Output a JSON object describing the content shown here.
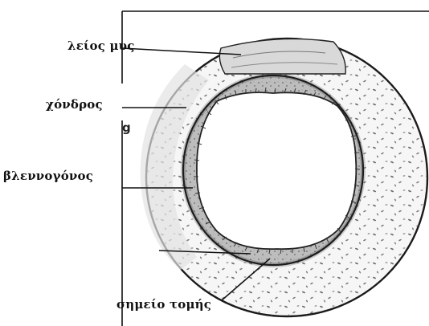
{
  "labels": {
    "smooth_muscle": "λείος μυς",
    "cartilage": "χόνδρος",
    "mucosa": "βλεννογόνος",
    "cut_point": "σημείο τομής"
  },
  "marker": "g",
  "colors": {
    "ink": "#1a1a1a",
    "cartilage_fill": "#f4f4f4",
    "mucosa_fill": "#cfcfcf",
    "lumen": "#ffffff"
  }
}
